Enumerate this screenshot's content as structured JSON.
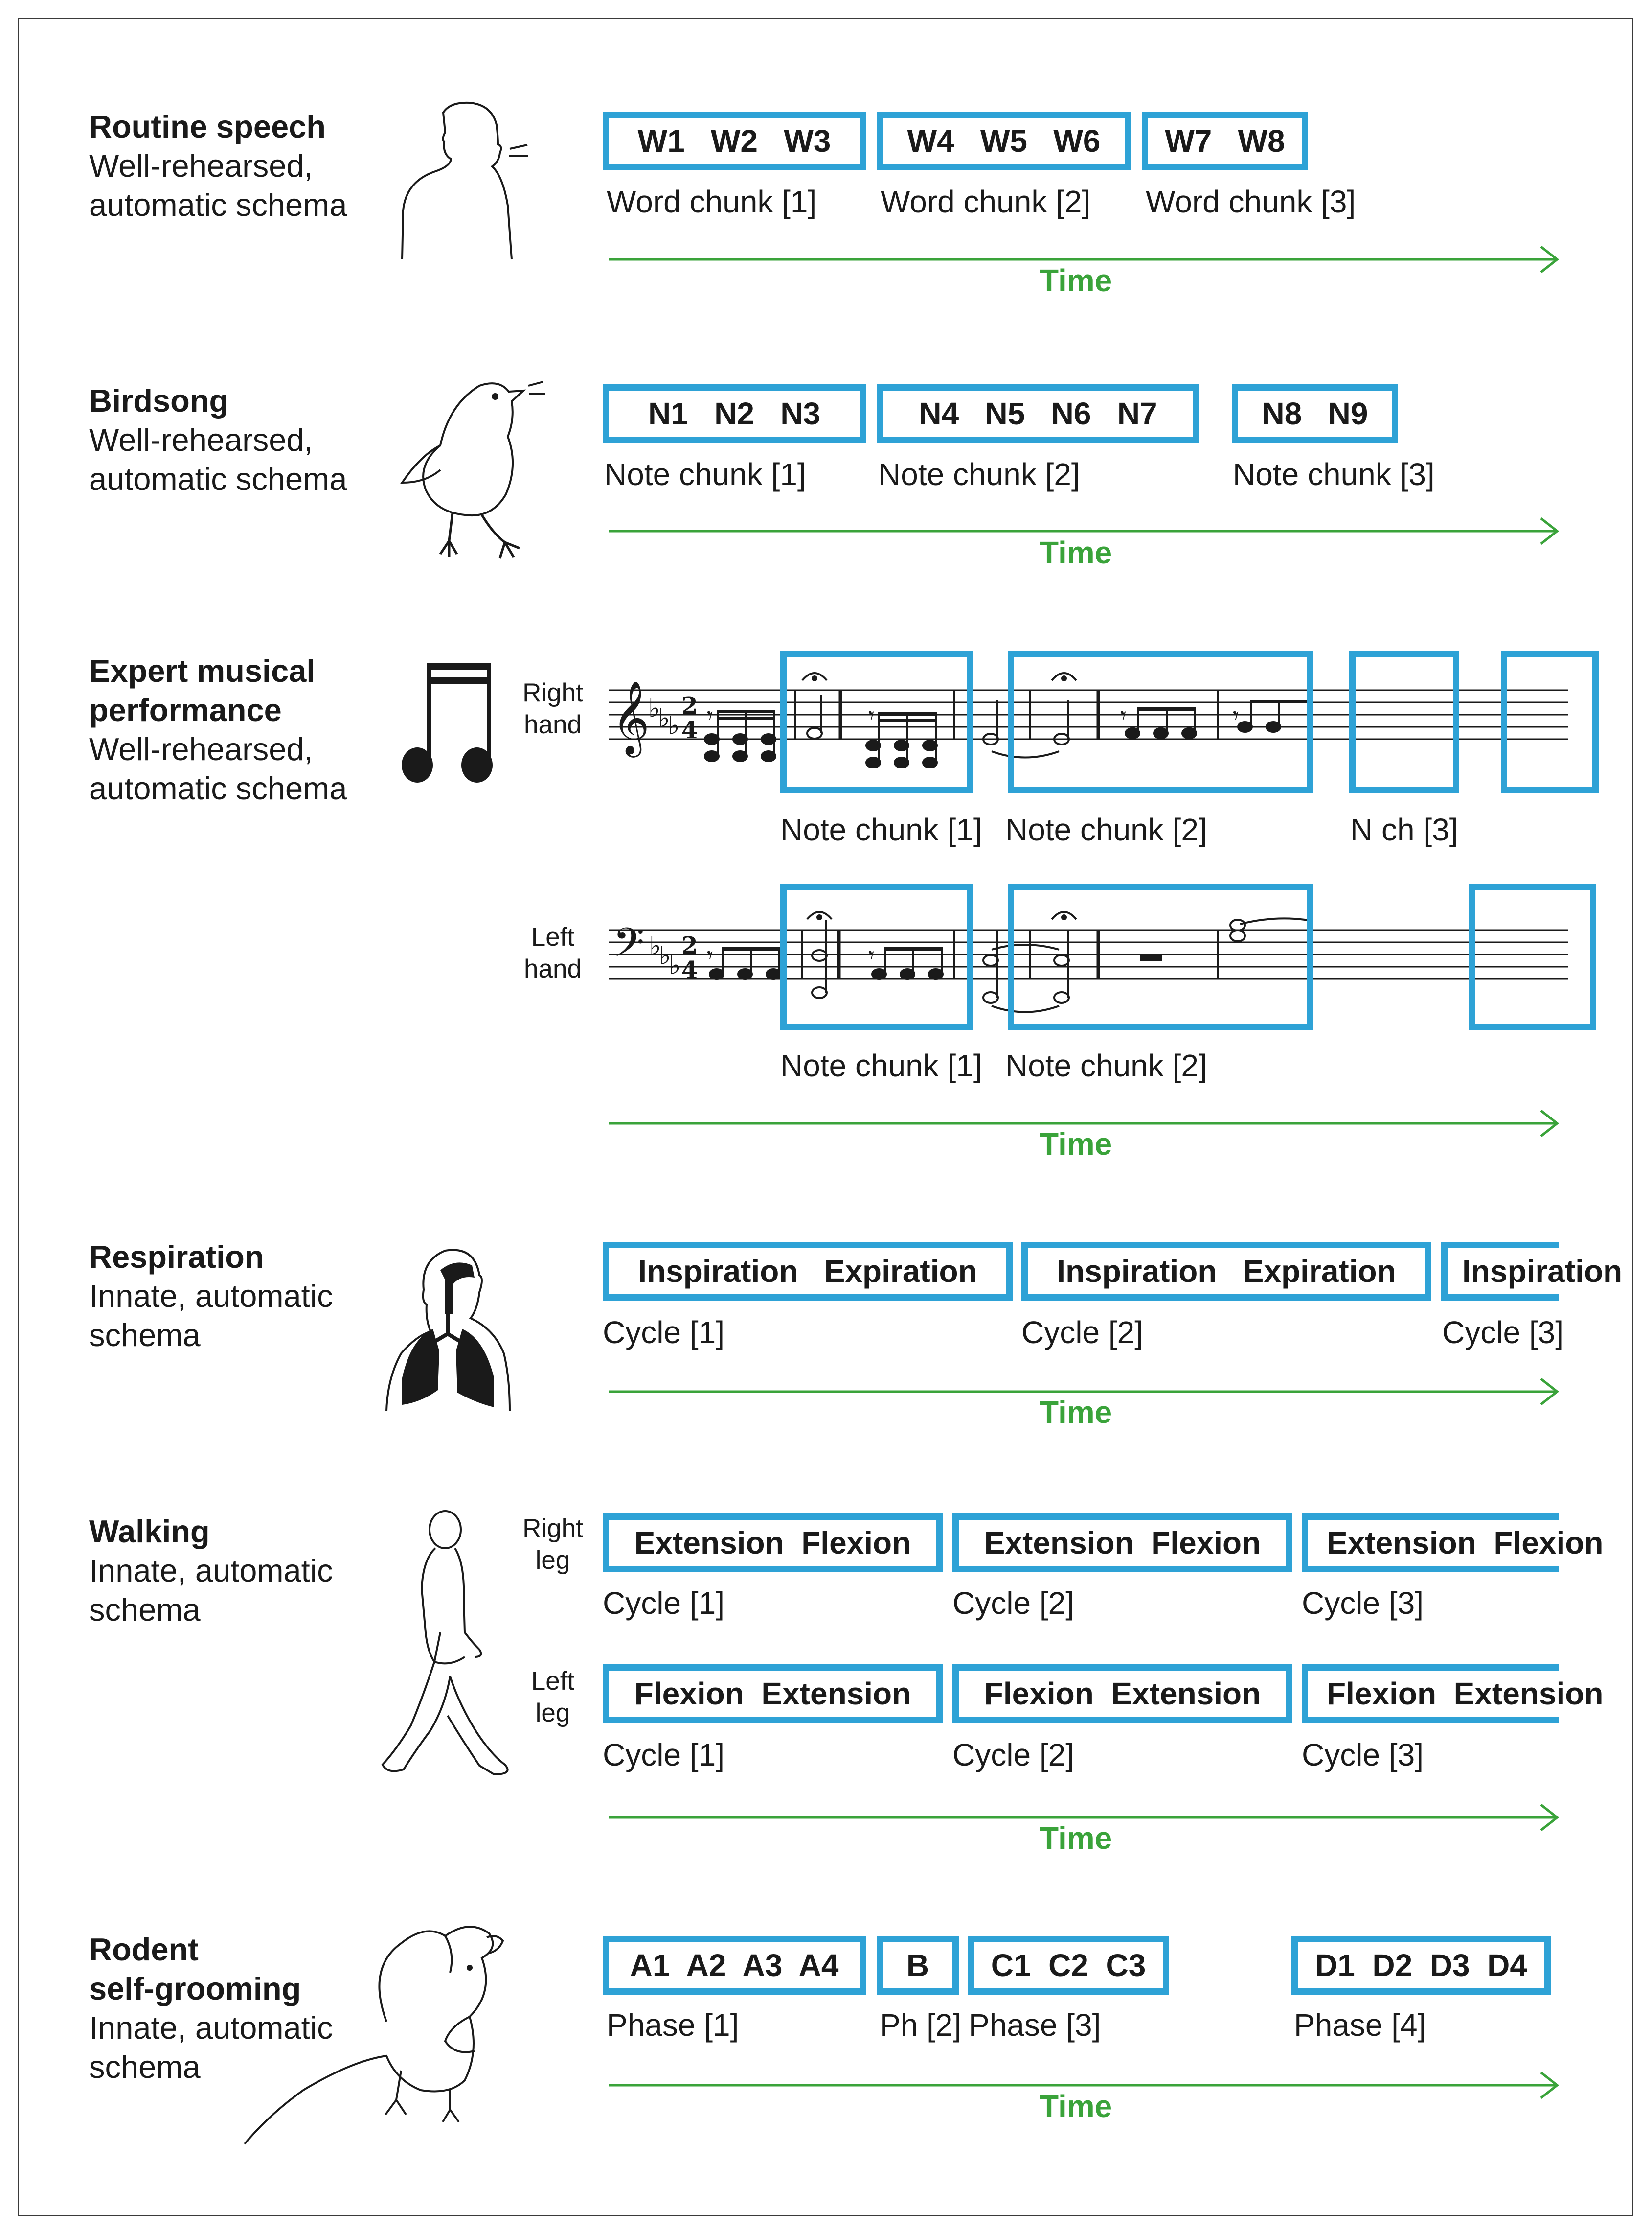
{
  "time_label": "Time",
  "rows": {
    "speech": {
      "title": "Routine speech",
      "desc": [
        "Well-rehearsed,",
        "automatic schema"
      ],
      "chunks": [
        "W1   W2   W3",
        "W4   W5   W6",
        "W7   W8"
      ],
      "captions": [
        "Word chunk [1]",
        "Word chunk [2]",
        "Word chunk [3]"
      ]
    },
    "birdsong": {
      "title": "Birdsong",
      "desc": [
        "Well-rehearsed,",
        "automatic schema"
      ],
      "chunks": [
        "N1   N2   N3",
        "N4   N5   N6   N7",
        "N8   N9"
      ],
      "captions": [
        "Note chunk [1]",
        "Note chunk [2]",
        "Note chunk [3]"
      ]
    },
    "music": {
      "title": [
        "Expert musical",
        "performance"
      ],
      "desc": [
        "Well-rehearsed,",
        "automatic schema"
      ],
      "right_label": [
        "Right",
        "hand"
      ],
      "left_label": [
        "Left",
        "hand"
      ],
      "right_captions": [
        "Note chunk [1]",
        "Note chunk [2]",
        "N ch [3]"
      ],
      "left_captions": [
        "Note chunk [1]",
        "Note chunk [2]"
      ],
      "time_signature": [
        "2",
        "4"
      ]
    },
    "respiration": {
      "title": "Respiration",
      "desc": [
        "Innate, automatic",
        "schema"
      ],
      "chunks": [
        "Inspiration   Expiration",
        "Inspiration   Expiration",
        "Inspiration"
      ],
      "captions": [
        "Cycle [1]",
        "Cycle [2]",
        "Cycle [3]"
      ]
    },
    "walking": {
      "title": "Walking",
      "desc": [
        "Innate, automatic",
        "schema"
      ],
      "right_label": [
        "Right",
        "leg"
      ],
      "left_label": [
        "Left",
        "leg"
      ],
      "right_chunks": [
        "Extension  Flexion",
        "Extension  Flexion",
        "Extension  Flexion"
      ],
      "left_chunks": [
        "Flexion  Extension",
        "Flexion  Extension",
        "Flexion  Extension"
      ],
      "right_captions": [
        "Cycle [1]",
        "Cycle [2]",
        "Cycle [3]"
      ],
      "left_captions": [
        "Cycle [1]",
        "Cycle [2]",
        "Cycle [3]"
      ]
    },
    "grooming": {
      "title": [
        "Rodent",
        "self-grooming"
      ],
      "desc": [
        "Innate, automatic",
        "schema"
      ],
      "chunks": [
        "A1  A2  A3  A4",
        "B",
        "C1  C2  C3",
        "D1  D2  D3  D4"
      ],
      "captions": [
        "Phase [1]",
        "Ph [2]",
        "Phase [3]",
        "Phase [4]"
      ]
    }
  },
  "colors": {
    "chunk_border": "#2ea2d6",
    "time_arrow": "#3aa33a",
    "text": "#1a1a1a"
  },
  "icons": [
    "person-speaking-icon",
    "bird-singing-icon",
    "music-note-icon",
    "lungs-icon",
    "walking-person-icon",
    "rodent-icon"
  ]
}
